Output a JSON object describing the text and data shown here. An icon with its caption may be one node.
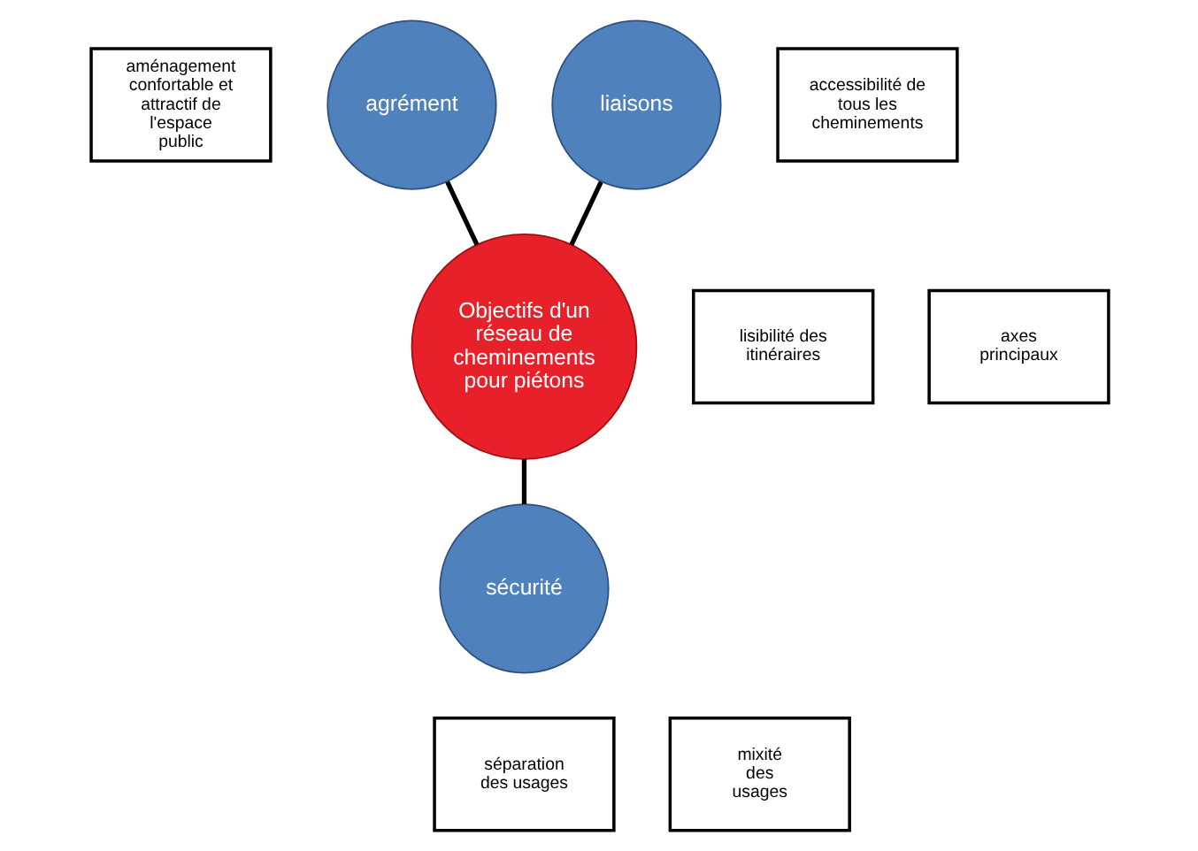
{
  "diagram": {
    "nodes": [
      {
        "text": [
          "aménagement confortable et attractif de l'espace public"
        ]
      },
      {
        "text": [
          "agrément"
        ]
      },
      {
        "text": [
          "liaisons"
        ]
      },
      {
        "text": [
          "accessibilité de tous les cheminements"
        ]
      },
      {
        "text": [
          "lisibilité des itinéraires"
        ]
      },
      {
        "text": [
          "Objectifs d'un réseau de cheminements pour piétons"
        ]
      },
      {
        "text": [
          "axes principaux"
        ]
      },
      {
        "text": [
          "sécurité"
        ]
      },
      {
        "text": [
          "séparation des usages"
        ]
      },
      {
        "text": [
          "mixité des usages"
        ]
      }
    ],
    "edges": [
      {
        "from": 1,
        "to": 5,
        "arrow": "none"
      },
      {
        "from": 2,
        "to": 5,
        "arrow": "none"
      },
      {
        "from": 5,
        "to": 7,
        "arrow": "none"
      }
    ]
  }
}
